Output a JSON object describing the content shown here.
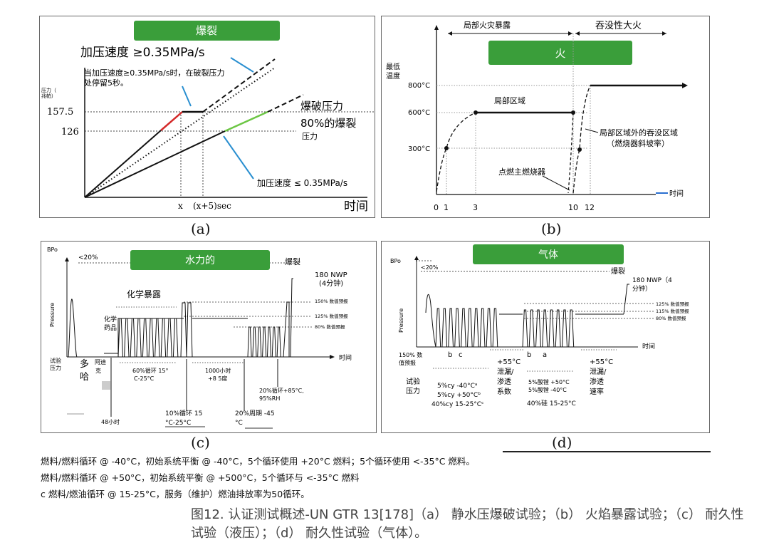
{
  "panel_a": {
    "banner": "爆裂",
    "title_rate_high": "加压速度 ≥0.35MPa/s",
    "note_line1": "当加压速度≥0.35MPa/s时，在破裂压力",
    "note_line2": "处停留5秒。",
    "ylabel_line1": "压力（",
    "ylabel_line2": "兆帕）",
    "tick_157": "157.5",
    "tick_126": "126",
    "burst_label": "爆破压力",
    "burst80_line1": "80%的爆裂",
    "burst80_line2": "压力",
    "rate_low": "加压速度 ≤ 0.35MPa/s",
    "x_tick": "x",
    "x_tick2": "(x+5)sec",
    "x_label": "时间",
    "label": "(a)"
  },
  "panel_b": {
    "top_left": "局部火灾暴露",
    "top_right": "吞没性大火",
    "banner": "火",
    "ylabel_line1": "最低",
    "ylabel_line2": "温度",
    "t800": "800°C",
    "t600": "600°C",
    "t300": "300°C",
    "local_area": "局部区域",
    "engulf_line1": "局部区域外的吞没区域",
    "engulf_line2": "（燃烧器斜坡率）",
    "ignite": "点燃主燃烧器",
    "x_label": "时间",
    "x0": "0",
    "x1": "1",
    "x3": "3",
    "x10": "10",
    "x12": "12",
    "label": "(b)"
  },
  "panel_c": {
    "bpo": "BPo",
    "lt20": "<20%",
    "banner": "水力的",
    "burst": "爆裂",
    "nwp_line1": "180 NWP",
    "nwp_line2": "(4分钟)",
    "chem": "化学暴露",
    "p150": "150% 数值预报",
    "p125": "125% 数值预报",
    "p80": "80% 数值预报",
    "chem_drug_line1": "化学",
    "chem_drug_line2": "药品",
    "pressure": "Pressure",
    "time": "时间",
    "test_p_line1": "试验",
    "test_p_line2": "压力",
    "multi_line1": "多",
    "multi_line2": "哈",
    "adi_line1": "阿迪",
    "adi_line2": "克",
    "cycle60_line1": "60%循环 15°",
    "cycle60_line2": "C-25°C",
    "h1000_line1": "1000小时",
    "h1000_line2": "+8 5度",
    "cycle20_line1": "20%循环+85°C,",
    "cycle20_line2": "95%RH",
    "h48": "48小时",
    "cycle10_line1": "10%循环 15",
    "cycle10_line2": "°C-25°C",
    "period20_line1": "20%周期 -45",
    "period20_line2": "°C",
    "label": "(c)"
  },
  "panel_d": {
    "bpo": "BPo",
    "lt20": "<20%",
    "banner": "气体",
    "burst": "爆裂",
    "nwp_line1": "180 NWP（4",
    "nwp_line2": "分钟）",
    "p125": "125% 数值预报",
    "p115": "115% 数值预报",
    "p80": "80% 数值预报",
    "pressure": "Pressure",
    "time": "时间",
    "p150_line1": "150% 数",
    "p150_line2": "值预报",
    "b1": "b",
    "c1": "c",
    "b2": "b",
    "a2": "a",
    "test_line1": "试验",
    "test_line2": "压力",
    "cy1": "5%cy -40°Cᵃ",
    "cy2": "5%cy +50°Cᵇ",
    "cy3": "40%cy 15-25°Cᶜ",
    "leak1_line1": "+55°C",
    "leak1_line2": "泄漏/",
    "leak1_line3": "渗透",
    "leak1_line4": "系数",
    "acid1": "5%酸镗 +50°C",
    "acid2": "5%酸镗 -40°C",
    "si40": "40%硅 15-25°C",
    "leak2_line1": "+55°C",
    "leak2_line2": "泄漏/",
    "leak2_line3": "渗透",
    "leak2_line4": "速率",
    "label": "(d)"
  },
  "notes": [
    "燃料/燃料循环 @ -40°C，初始系统平衡 @ -40°C，5个循环使用 +20°C 燃料；5个循环使用 <-35°C 燃料。",
    "燃料/燃料循环 @ +50°C，初始系统平衡 @ +500°C，5个循环与 <-35°C 燃料",
    "c 燃料/燃油循环 @ 15-25°C，服务（维护）燃油排放率为50循环。"
  ],
  "caption": "图12. 认证测试概述-UN GTR 13[178]（a） 静水压爆破试验；（b） 火焰暴露试验；（c） 耐久性试验（液压）；（d） 耐久性试验（气体）。",
  "colors": {
    "banner_green": "#3a9e3a",
    "red": "#d42a2a",
    "green_line": "#6cc644",
    "blue_arrow": "#2a8fd0"
  }
}
